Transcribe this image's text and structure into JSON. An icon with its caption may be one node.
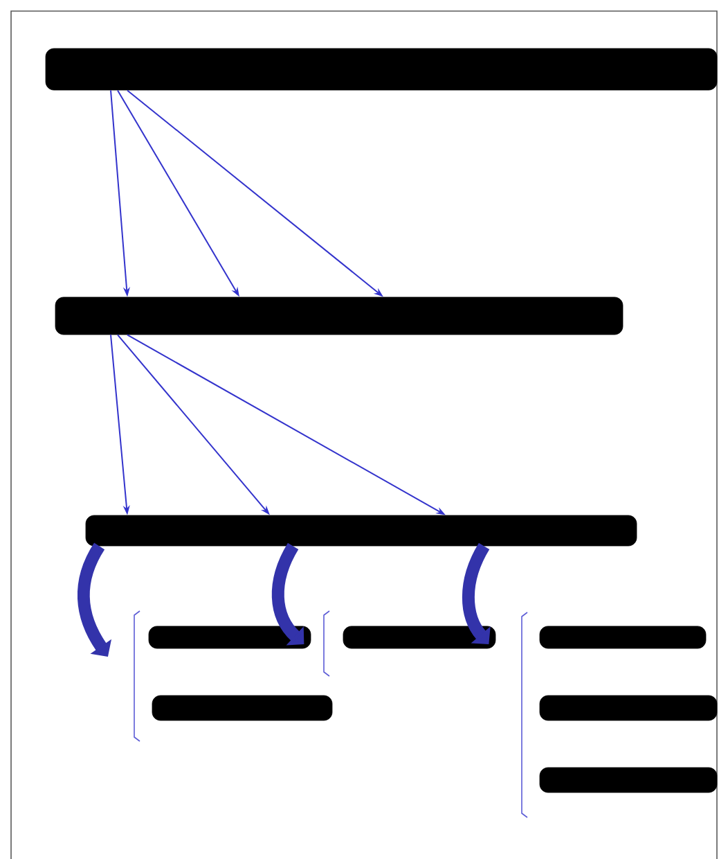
{
  "diagram": {
    "nodes": [
      {
        "text": [],
        "shape": "bar"
      },
      {
        "text": [],
        "shape": "bar"
      },
      {
        "text": [],
        "shape": "bar"
      },
      {
        "text": [],
        "shape": "bar"
      },
      {
        "text": [],
        "shape": "bar"
      },
      {
        "text": [],
        "shape": "bar"
      },
      {
        "text": [],
        "shape": "bar"
      },
      {
        "text": [],
        "shape": "bar"
      },
      {
        "text": [],
        "shape": "bar"
      }
    ],
    "edges": [
      {
        "from": 0,
        "to": 1,
        "arrow": "to"
      },
      {
        "from": 0,
        "to": 1,
        "arrow": "to"
      },
      {
        "from": 0,
        "to": 1,
        "arrow": "to"
      },
      {
        "from": 1,
        "to": 2,
        "arrow": "to"
      },
      {
        "from": 1,
        "to": 2,
        "arrow": "to"
      },
      {
        "from": 1,
        "to": 2,
        "arrow": "to"
      },
      {
        "from": 2,
        "to": null,
        "arrow": "to",
        "style": "thick"
      },
      {
        "from": 2,
        "to": 3,
        "arrow": "to",
        "style": "thick"
      },
      {
        "from": 2,
        "to": 5,
        "arrow": "to",
        "style": "thick"
      }
    ]
  }
}
